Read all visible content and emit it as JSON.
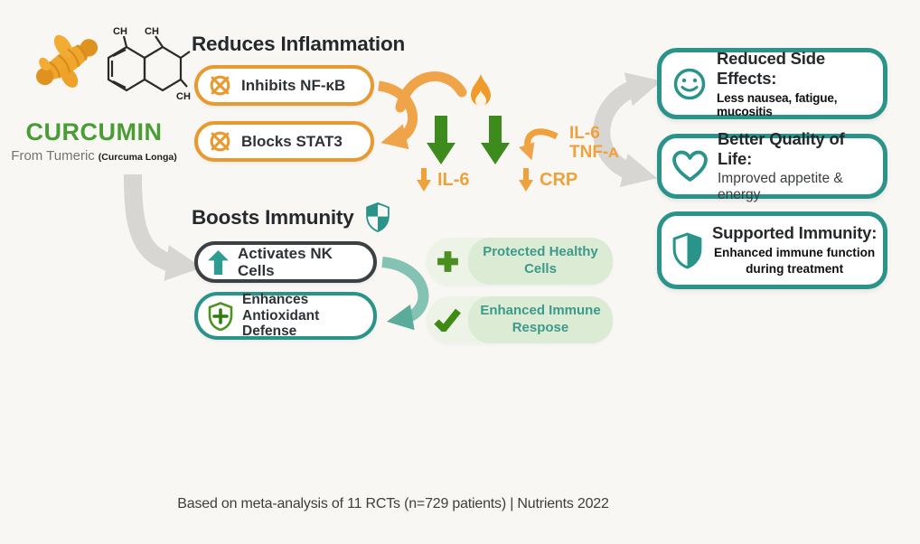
{
  "colors": {
    "accent_orange": "#E8992F",
    "accent_teal": "#2A948B",
    "arrow_green": "#3E8B1D",
    "curcumin_green": "#4A9C35",
    "arrow_gray": "#D7D6D3",
    "outcome_bg_green": "#DCEBD4",
    "outcome_text_teal": "#3C9A8C"
  },
  "source": {
    "title": "CURCUMIN",
    "subtitle": "From Tumeric",
    "species": "(Curcuma Longa)",
    "molecule": {
      "ch1": "CH",
      "ch2": "CH",
      "ch3": "CH"
    }
  },
  "inflammation": {
    "heading": "Reduces Inflammation",
    "pills": [
      {
        "icon": "blocked-icon",
        "label": "Inhibits NF-κB"
      },
      {
        "icon": "blocked-icon",
        "label": "Blocks STAT3"
      }
    ],
    "reduced_markers": [
      {
        "label": "IL-6"
      },
      {
        "label": "CRP"
      }
    ],
    "cytokines": {
      "line1": "IL-6",
      "line2": "TNF-ᴀ"
    }
  },
  "immunity": {
    "heading": "Boosts Immunity",
    "heading_icon": "checkered-shield-icon",
    "pills": [
      {
        "icon": "up-arrow-icon",
        "label": "Activates NK Cells"
      },
      {
        "icon": "shield-plus-icon",
        "label": "Enhances Antioxidant Defense"
      }
    ],
    "outcomes": [
      {
        "icon": "plus-icon",
        "label": "Protected Healthy\nCells"
      },
      {
        "icon": "check-icon",
        "label": "Enhanced Immune\nRespose"
      }
    ]
  },
  "benefits": [
    {
      "icon": "smiley-icon",
      "title": "Reduced Side Effects:",
      "description": "Less nausea, fatigue, mucositis"
    },
    {
      "icon": "heart-icon",
      "title": "Better Quality of Life:",
      "description": "Improved appetite & energy"
    },
    {
      "icon": "shield-icon",
      "title": "Supported Immunity:",
      "description": "Enhanced immune function during treatment"
    }
  ],
  "footer": {
    "citation": "Based on meta-analysis of 11 RCTs (n=729 patients) | Nutrients 2022"
  }
}
